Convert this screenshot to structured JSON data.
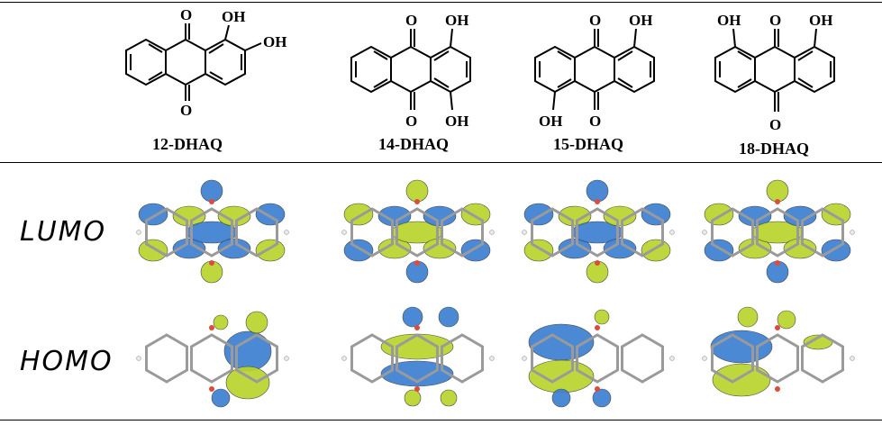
{
  "compounds": [
    {
      "name": "12-DHAQ",
      "substituents": [
        "O",
        "OH",
        "OH",
        "O"
      ]
    },
    {
      "name": "14-DHAQ",
      "substituents": [
        "O",
        "OH",
        "O",
        "OH"
      ]
    },
    {
      "name": "15-DHAQ",
      "substituents": [
        "O",
        "OH",
        "OH",
        "O"
      ]
    },
    {
      "name": "18-DHAQ",
      "substituents": [
        "OH",
        "O",
        "OH",
        "O"
      ]
    }
  ],
  "rows": [
    {
      "label": "LUMO"
    },
    {
      "label": "HOMO"
    }
  ],
  "colors": {
    "lobe_positive": "#3d7fd1",
    "lobe_negative": "#b9d42c",
    "oxygen": "#e04a3a",
    "hydrogen": "#e8e8e8",
    "line": "#000000"
  }
}
